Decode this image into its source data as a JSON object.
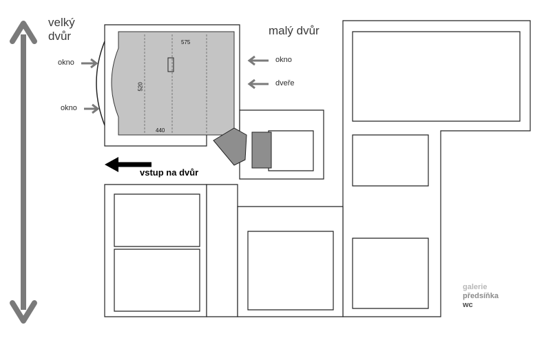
{
  "labels": {
    "big_courtyard": [
      "velký",
      "dvůr"
    ],
    "small_courtyard": "malý dvůr",
    "window_top": "okno",
    "window_bottom": "okno",
    "window_right": "okno",
    "door": "dveře",
    "entry": "vstup na dvůr"
  },
  "dimensions": {
    "top": "575",
    "side": "520",
    "bottom": "440"
  },
  "legend": [
    {
      "label": "galerie",
      "color": "#b8b8b8"
    },
    {
      "label": "předsíňka",
      "color": "#8a8a8a"
    },
    {
      "label": "wc",
      "color": "#4a4a4a"
    }
  ],
  "colors": {
    "wall": "#ffffff",
    "wall_line": "#222222",
    "gallery_fill": "#c4c4c4",
    "hall_fill": "#8e8e8e",
    "arrow": "#7a7a7a",
    "entry_arrow": "#000000"
  }
}
